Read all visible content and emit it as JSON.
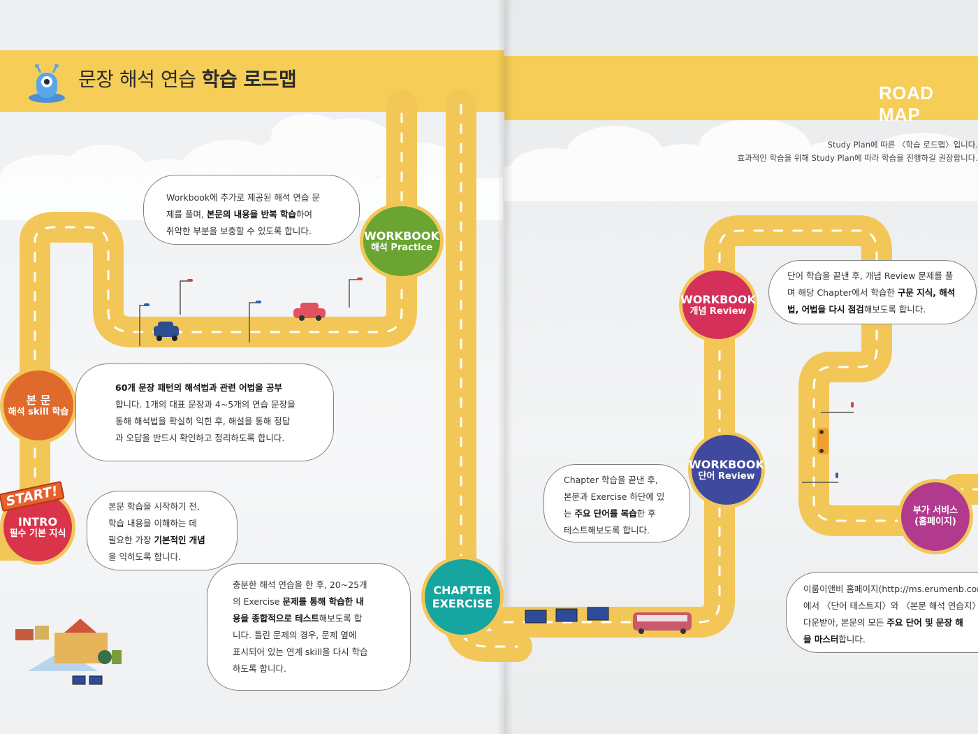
{
  "header": {
    "title_normal": "문장 해석 연습 ",
    "title_bold": "학습 로드맵",
    "right_label": "ROAD MAP"
  },
  "intro": {
    "line1": "Study Plan에 따른 〈학습 로드맵〉입니다.",
    "line2": "효과적인 학습을 위해 Study Plan에 따라 학습을 진행하길 권장합니다."
  },
  "stops": {
    "intro": {
      "line1": "INTRO",
      "line2": "필수 기본 지식",
      "color": "#d9344a"
    },
    "main": {
      "line1": "본 문",
      "line2": "해석 skill 학습",
      "color": "#e06a2b"
    },
    "workbook_practice": {
      "line1": "WORKBOOK",
      "line2": "해석 Practice",
      "color": "#6aa532"
    },
    "chapter_exercise": {
      "line1": "CHAPTER",
      "line2": "EXERCISE",
      "color": "#16a59f"
    },
    "workbook_vocab": {
      "line1": "WORKBOOK",
      "line2": "단어 Review",
      "color": "#3f4a9e"
    },
    "workbook_concept": {
      "line1": "WORKBOOK",
      "line2": "개념 Review",
      "color": "#d4305a"
    },
    "extra_service": {
      "line1": "부가 서비스",
      "line2": "(홈페이지)",
      "color": "#b23a8e"
    }
  },
  "start_badge": "START!",
  "bubbles": {
    "intro": {
      "p1": "본문 학습을 시작하기 전,",
      "p2": "학습 내용을 이해하는 데",
      "p3a": "필요한 가장 ",
      "p3b": "기본적인 개념",
      "p4": "을 익히도록 합니다."
    },
    "main": {
      "p1": "60개 문장 패턴의 해석법과 관련 어법을 공부",
      "p2": "합니다. 1개의 대표 문장과 4~5개의 연습 문장을",
      "p3": "통해 해석법을 확실히 익힌 후, 해설을 통해 정답",
      "p4": "과 오답을 반드시 확인하고 정리하도록 합니다."
    },
    "workbook_practice": {
      "p1": "Workbook에 추가로 제공된 해석 연습 문",
      "p2a": "제를 풀며, ",
      "p2b": "본문의 내용을 반복 학습",
      "p2c": "하여",
      "p3": "취약한 부분을 보충할 수 있도록 합니다."
    },
    "chapter_exercise": {
      "p1": "충분한 해석 연습을 한 후, 20~25개",
      "p2a": "의 Exercise ",
      "p2b": "문제를 통해 학습한 내",
      "p3a": "용을 종합적으로 테스트",
      "p3b": "해보도록 합",
      "p4": "니다. 틀린 문제의 경우, 문제 옆에",
      "p5": "표시되어 있는 연계 skill을 다시 학습",
      "p6": "하도록 합니다."
    },
    "workbook_vocab": {
      "p1": "Chapter 학습을 끝낸 후,",
      "p2": "본문과 Exercise 하단에 있",
      "p3a": "는 ",
      "p3b": "주요 단어를 복습",
      "p3c": "한 후",
      "p4": "테스트해보도록 합니다."
    },
    "workbook_concept": {
      "p1": "단어 학습을 끝낸 후, 개념 Review 문제를 풀",
      "p2a": "며 해당 Chapter에서 학습한 ",
      "p2b": "구문 지식, 해석",
      "p3a": "법, 어법을 다시 점검",
      "p3b": "해보도록 합니다."
    },
    "extra_service": {
      "p1": "이룸이앤비 홈페이지(http://ms.erumenb.com)",
      "p2": "에서 〈단어 테스트지〉와 〈본문 해석 연습지〉를",
      "p3a": "다운받아, 본문의 모든 ",
      "p3b": "주요 단어 및 문장 해",
      "p4a": "을 마스터",
      "p4b": "합니다."
    }
  }
}
